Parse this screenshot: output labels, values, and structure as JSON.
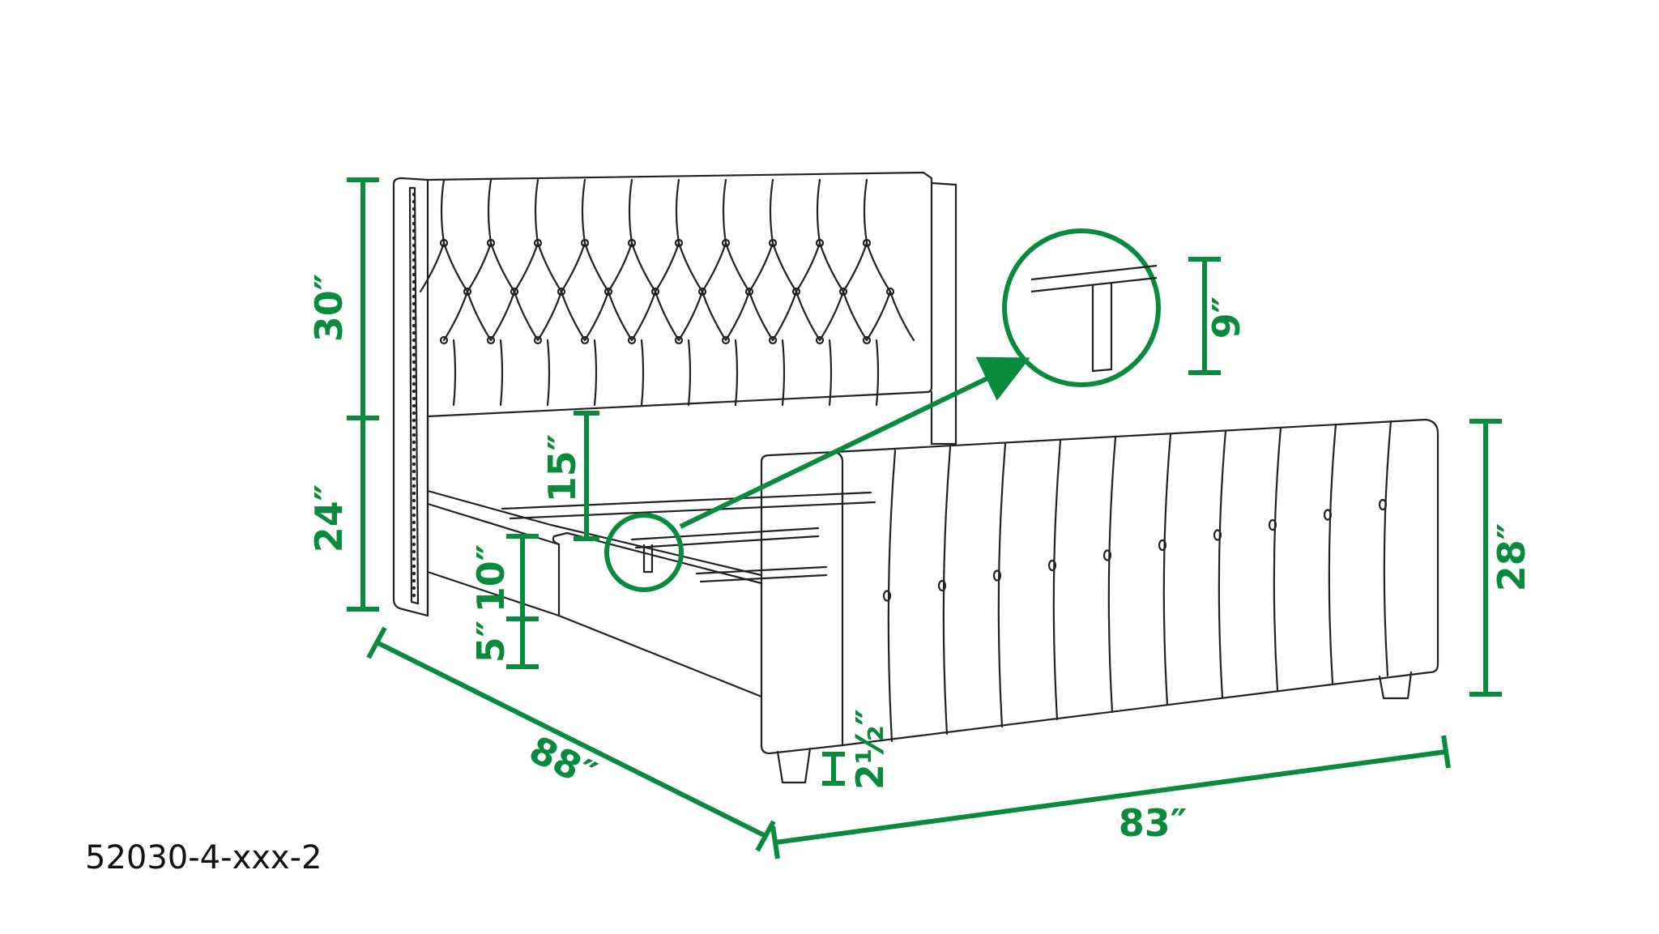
{
  "colors": {
    "dimension": "#0a8a3c",
    "outline": "#222222",
    "background": "#ffffff"
  },
  "dimensions": {
    "headboard_top": "30″",
    "headboard_bottom": "24″",
    "rail_to_headboard": "15″",
    "rail_height": "10″",
    "rail_clearance": "5″",
    "slat_height": "9″",
    "footboard_height": "28″",
    "leg_height": "2½″",
    "length": "88″",
    "width": "83″"
  },
  "product_code": "52030-4-xxx-2",
  "icons": {
    "callout": "magnifier-circle",
    "arrow": "arrow-right-icon"
  }
}
